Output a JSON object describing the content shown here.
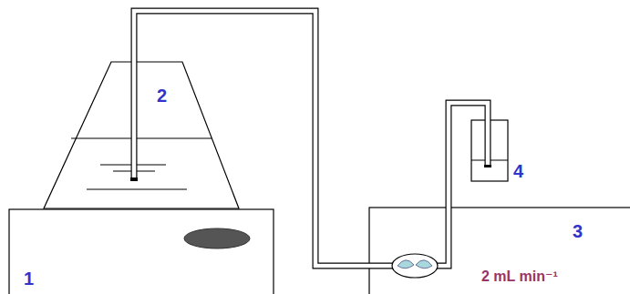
{
  "diagram": {
    "labels": [
      "1",
      "2",
      "3",
      "4",
      "2 mL min⁻¹"
    ]
  }
}
